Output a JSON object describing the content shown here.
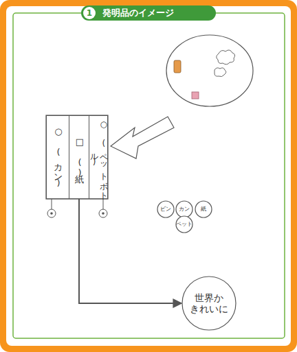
{
  "diagram": {
    "title": "発明品のイメージ",
    "nodes": [
      {
        "text": [
          "○ (カン)"
        ]
      },
      {
        "text": [
          "□ (紙)"
        ]
      },
      {
        "text": [
          "○ (ペットボトル)"
        ]
      },
      {
        "text": [
          "ビン"
        ]
      },
      {
        "text": [
          "カン"
        ]
      },
      {
        "text": [
          "紙"
        ]
      },
      {
        "text": [
          "ペット"
        ]
      },
      {
        "text": [
          "世界か きれいに"
        ]
      }
    ],
    "edges": [
      {
        "from": 1,
        "to": 7,
        "arrow": "to"
      }
    ],
    "labels": [
      "1"
    ]
  }
}
